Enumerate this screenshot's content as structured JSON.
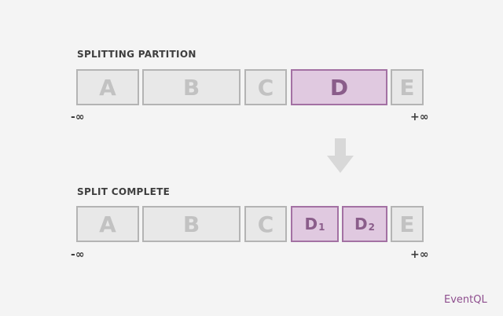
{
  "top": {
    "title": "SPLITTING PARTITION",
    "partitions": [
      "A",
      "B",
      "C",
      "D",
      "E"
    ],
    "neg_inf": "-∞",
    "pos_inf": "+∞"
  },
  "bottom": {
    "title": "SPLIT COMPLETE",
    "partitions": [
      "A",
      "B",
      "C",
      "D",
      "D",
      "E"
    ],
    "d1_sub": "1",
    "d2_sub": "2",
    "neg_inf": "-∞",
    "pos_inf": "+∞"
  },
  "brand": "EventQL",
  "colors": {
    "highlight_fill": "#e0c9e0",
    "highlight_border": "#a371a3",
    "normal_fill": "#e8e8e8",
    "normal_border": "#b4b4b4",
    "brand": "#8e4e8e"
  },
  "icons": [
    "down-arrow-icon"
  ]
}
